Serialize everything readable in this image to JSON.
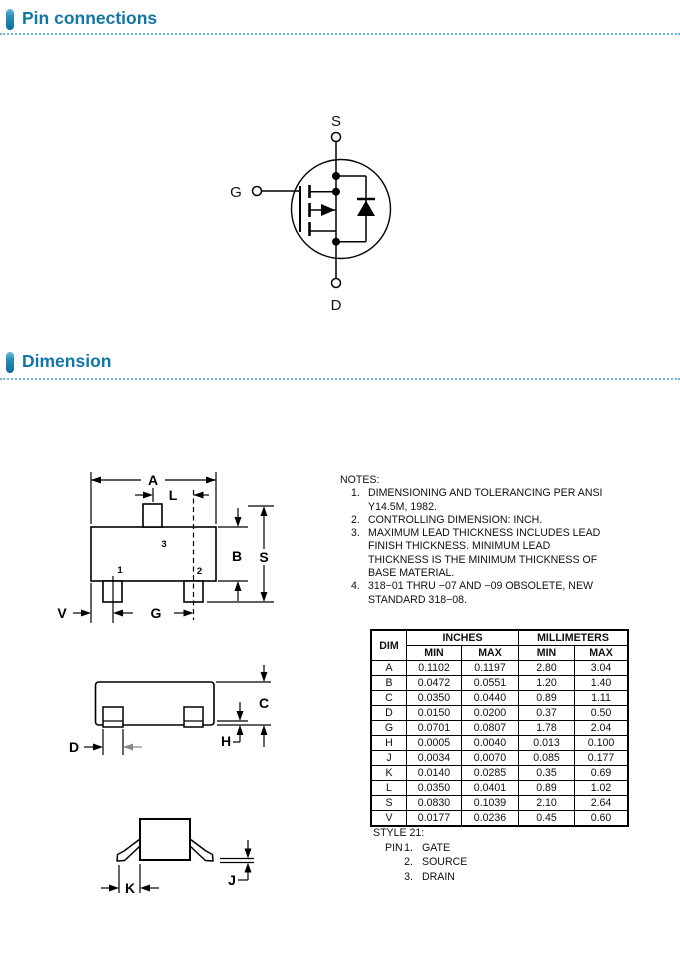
{
  "sections": {
    "pin_connections": "Pin connections",
    "dimension": "Dimension"
  },
  "schematic": {
    "s": "S",
    "g": "G",
    "d": "D"
  },
  "dims": {
    "A": "A",
    "B": "B",
    "C": "C",
    "D": "D",
    "G": "G",
    "H": "H",
    "J": "J",
    "K": "K",
    "L": "L",
    "S": "S",
    "V": "V"
  },
  "pins": {
    "p1": "1",
    "p2": "2",
    "p3": "3"
  },
  "notes": {
    "title": "NOTES:",
    "items": [
      {
        "num": "1.",
        "lines": [
          "DIMENSIONING AND TOLERANCING PER ANSI",
          "Y14.5M, 1982."
        ]
      },
      {
        "num": "2.",
        "lines": [
          "CONTROLLING DIMENSION: INCH."
        ]
      },
      {
        "num": "3.",
        "lines": [
          "MAXIMUM LEAD THICKNESS INCLUDES LEAD",
          "FINISH THICKNESS. MINIMUM LEAD",
          "THICKNESS IS THE MINIMUM THICKNESS OF",
          "BASE MATERIAL."
        ]
      },
      {
        "num": "4.",
        "lines": [
          "318−01 THRU −07 AND −09 OBSOLETE, NEW",
          "STANDARD 318−08."
        ]
      }
    ]
  },
  "table": {
    "col_dim": "DIM",
    "group_inches": "INCHES",
    "group_mm": "MILLIMETERS",
    "min": "MIN",
    "max": "MAX",
    "rows": [
      {
        "dim": "A",
        "in_min": "0.1102",
        "in_max": "0.1197",
        "mm_min": "2.80",
        "mm_max": "3.04"
      },
      {
        "dim": "B",
        "in_min": "0.0472",
        "in_max": "0.0551",
        "mm_min": "1.20",
        "mm_max": "1.40"
      },
      {
        "dim": "C",
        "in_min": "0.0350",
        "in_max": "0.0440",
        "mm_min": "0.89",
        "mm_max": "1.11"
      },
      {
        "dim": "D",
        "in_min": "0.0150",
        "in_max": "0.0200",
        "mm_min": "0.37",
        "mm_max": "0.50"
      },
      {
        "dim": "G",
        "in_min": "0.0701",
        "in_max": "0.0807",
        "mm_min": "1.78",
        "mm_max": "2.04"
      },
      {
        "dim": "H",
        "in_min": "0.0005",
        "in_max": "0.0040",
        "mm_min": "0.013",
        "mm_max": "0.100"
      },
      {
        "dim": "J",
        "in_min": "0.0034",
        "in_max": "0.0070",
        "mm_min": "0.085",
        "mm_max": "0.177"
      },
      {
        "dim": "K",
        "in_min": "0.0140",
        "in_max": "0.0285",
        "mm_min": "0.35",
        "mm_max": "0.69"
      },
      {
        "dim": "L",
        "in_min": "0.0350",
        "in_max": "0.0401",
        "mm_min": "0.89",
        "mm_max": "1.02"
      },
      {
        "dim": "S",
        "in_min": "0.0830",
        "in_max": "0.1039",
        "mm_min": "2.10",
        "mm_max": "2.64"
      },
      {
        "dim": "V",
        "in_min": "0.0177",
        "in_max": "0.0236",
        "mm_min": "0.45",
        "mm_max": "0.60"
      }
    ]
  },
  "style": {
    "title": "STYLE 21:",
    "pin_label": "PIN",
    "pins": [
      {
        "num": "1.",
        "name": "GATE"
      },
      {
        "num": "2.",
        "name": "SOURCE"
      },
      {
        "num": "3.",
        "name": "DRAIN"
      }
    ]
  },
  "colors": {
    "accent": "#1177a5",
    "dotted": "#74b4d4"
  }
}
